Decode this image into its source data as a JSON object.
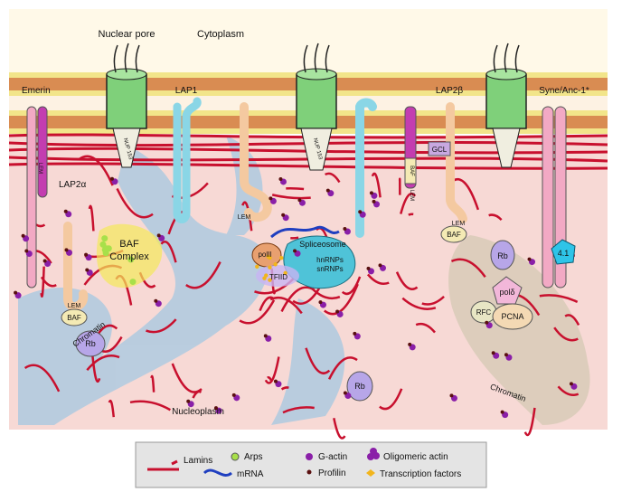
{
  "labels": {
    "nuclear_pore": "Nuclear pore",
    "cytoplasm": "Cytoplasm",
    "emerin": "Emerin",
    "lap1": "LAP1",
    "lap2beta": "LAP2β",
    "syne": "Syne/Anc-1*",
    "lap2alpha": "LAP2α",
    "baf_complex_line1": "BAF",
    "baf_complex_line2": "Complex",
    "chromatin_left": "Chromatin",
    "chromatin_right": "Chromatin",
    "nucleoplasm": "Nucleoplasm",
    "spliceosome": "Spliceosome",
    "hnrnps": "hnRNPs",
    "snrnps": "snRNPs",
    "polii": "polII",
    "tfiid": "TFIID",
    "pold": "polδ",
    "rfc": "RFC",
    "pcna": "PCNA",
    "band41": "4.1",
    "rb_1": "Rb",
    "rb_2": "Rb",
    "rb_3": "Rb",
    "baf_1": "BAF",
    "baf_2": "BAF",
    "baf_3": "BAF",
    "lem_1": "LEM",
    "lem_2": "LEM",
    "lem_3": "LEM",
    "lem_4": "LEM",
    "lem_5": "LEM",
    "gcl": "GCL",
    "nup153_a": "NUP 153",
    "nup153_b": "NUP 153"
  },
  "legend": {
    "lamins": "Lamins",
    "mrna": "mRNA",
    "arps": "Arps",
    "profilin": "Profilin",
    "gactin": "G-actin",
    "transcription_factors": "Transcription factors",
    "oligomeric_actin": "Oligomeric actin"
  },
  "colors": {
    "lamin": "#c8102e",
    "membrane": "#d98c52",
    "pore": "#7fd07a",
    "nucleoplasm": "#f7d9d5",
    "chromatin": "#9fc7e2",
    "mrna": "#1f3fc0",
    "arps": "#a8e04a",
    "gactin": "#8a1fa8",
    "profilin": "#5a1010",
    "tf": "#f2b51c",
    "rb": "#b7a6e8",
    "baf": "#f4eab4",
    "syne": "#f2a9c4",
    "spliceosome": "#4fc3d8"
  }
}
